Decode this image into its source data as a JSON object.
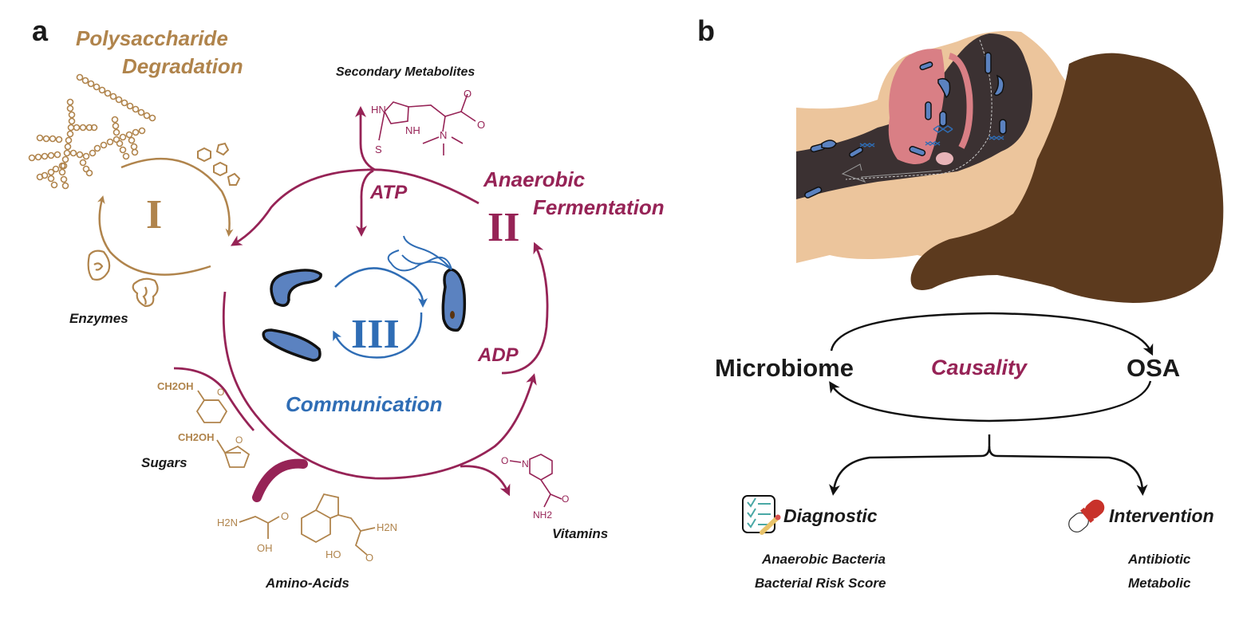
{
  "panels": {
    "a": {
      "label": "a",
      "cycle_I": {
        "numeral": "I",
        "title_line1": "Polysaccharide",
        "title_line2": "Degradation",
        "enzymes_label": "Enzymes"
      },
      "cycle_II": {
        "numeral": "II",
        "title_line1": "Anaerobic",
        "title_line2": "Fermentation",
        "atp_label": "ATP",
        "adp_label": "ADP",
        "secondary_metabolites_label": "Secondary Metabolites"
      },
      "cycle_III": {
        "numeral": "III",
        "title": "Communication"
      },
      "inputs": {
        "sugars_label": "Sugars",
        "sugar_group_1": "CH2OH",
        "sugar_group_2": "CH2OH",
        "amino_acids_label": "Amino-Acids",
        "vitamins_label": "Vitamins"
      },
      "molecule_atoms": {
        "hn": "HN",
        "nh": "NH",
        "s": "S",
        "n": "N",
        "o": "O",
        "h2n": "H2N",
        "oh": "OH",
        "ho": "HO",
        "nh2": "NH2"
      },
      "colors": {
        "polysaccharide": "#b0844c",
        "fermentation": "#962356",
        "communication": "#2f6db5",
        "bacteria_fill": "#5b82c0"
      }
    },
    "b": {
      "label": "b",
      "illustration": "sleeping-person-airway-with-bacteria",
      "microbiome_label": "Microbiome",
      "osa_label": "OSA",
      "causality_label": "Causality",
      "diagnostic": {
        "title": "Diagnostic",
        "icon": "checklist-icon",
        "items": [
          "Anaerobic Bacteria",
          "Bacterial Risk Score"
        ]
      },
      "intervention": {
        "title": "Intervention",
        "icon": "pill-icon",
        "items": [
          "Antibiotic",
          "Metabolic"
        ]
      },
      "colors": {
        "skin": "#ecc59c",
        "hair": "#5c3a1e",
        "airway": "#3b3132",
        "tissue": "#d97f85",
        "causality": "#962356"
      }
    }
  }
}
